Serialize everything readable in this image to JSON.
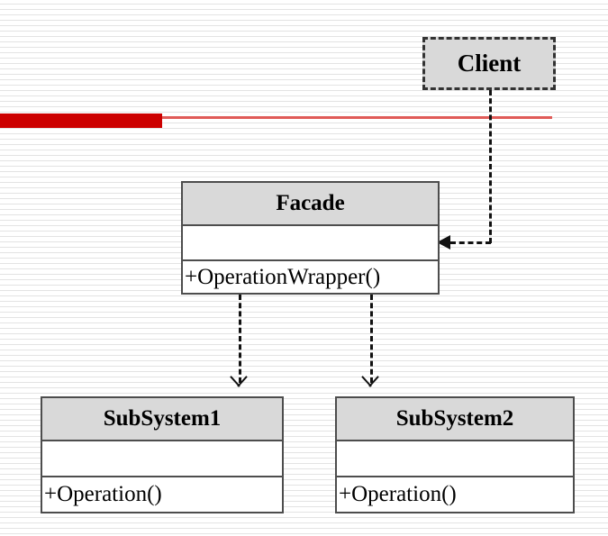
{
  "diagram": {
    "type": "uml-class-diagram",
    "pattern": "Facade",
    "background": {
      "base_color": "#ffffff",
      "stripe_color": "#e3e3e3"
    },
    "decor": {
      "thick_bar_color": "#cc0000",
      "thin_line_color": "#e05b58"
    },
    "classes": [
      {
        "id": "facade",
        "name": "Facade",
        "attributes": [],
        "operations": [
          "+OperationWrapper()"
        ],
        "header_color": "#d9d9d9",
        "border_color": "#4d4d4d"
      },
      {
        "id": "subsystem1",
        "name": "SubSystem1",
        "attributes": [],
        "operations": [
          "+Operation()"
        ],
        "header_color": "#d9d9d9",
        "border_color": "#4d4d4d"
      },
      {
        "id": "subsystem2",
        "name": "SubSystem2",
        "attributes": [],
        "operations": [
          "+Operation()"
        ],
        "header_color": "#d9d9d9",
        "border_color": "#4d4d4d"
      }
    ],
    "actors": [
      {
        "id": "client",
        "name": "Client",
        "style": "dashed",
        "fill_color": "#d9d9d9",
        "border_color": "#333333"
      }
    ],
    "relationships": [
      {
        "id": "client-to-facade",
        "from": "client",
        "to": "facade",
        "style": "dashed",
        "arrowhead": "filled-triangle",
        "direction": "left"
      },
      {
        "id": "facade-to-subsystem1",
        "from": "facade",
        "to": "subsystem1",
        "style": "dashed",
        "arrowhead": "open-v",
        "direction": "down"
      },
      {
        "id": "facade-to-subsystem2",
        "from": "facade",
        "to": "subsystem2",
        "style": "dashed",
        "arrowhead": "open-v",
        "direction": "down"
      }
    ]
  }
}
